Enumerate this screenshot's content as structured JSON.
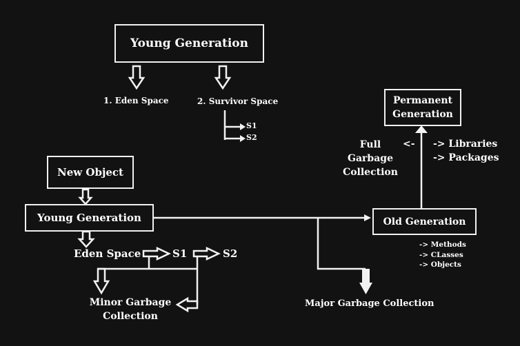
{
  "colors": {
    "background": "#121212",
    "stroke": "#f2f2f2",
    "text": "#ffffff"
  },
  "top_diagram": {
    "young_generation": "Young Generation",
    "eden_space": "1. Eden Space",
    "survivor_space": "2. Survivor Space",
    "s1": "S1",
    "s2": "S2"
  },
  "flow": {
    "new_object": "New Object",
    "young_generation": "Young Generation",
    "eden_space": "Eden Space",
    "s1": "S1",
    "s2": "S2",
    "minor_gc": [
      "Minor Garbage",
      "Collection"
    ],
    "old_generation": "Old Generation",
    "old_items": [
      "-> Methods",
      "-> CLasses",
      "-> Objects"
    ],
    "major_gc": "Major Garbage Collection",
    "permanent_generation": [
      "Permanent",
      "Generation"
    ],
    "full_gc": [
      "Full",
      "Garbage",
      "Collection"
    ],
    "full_gc_arrow": "<-",
    "perm_items": [
      "-> Libraries",
      "-> Packages"
    ]
  }
}
